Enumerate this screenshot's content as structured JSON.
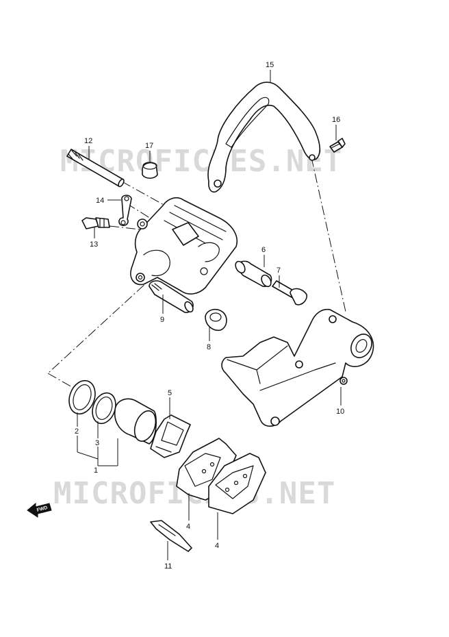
{
  "watermark": {
    "top": "MICROFICHES.NET",
    "bottom": "MICROFICHES.NET"
  },
  "direction_label": "FWD",
  "callouts": {
    "p1": "1",
    "p2": "2",
    "p3": "3",
    "p4a": "4",
    "p4b": "4",
    "p5": "5",
    "p6": "6",
    "p7": "7",
    "p8": "8",
    "p9": "9",
    "p10": "10",
    "p11": "11",
    "p12": "12",
    "p13": "13",
    "p14": "14",
    "p15": "15",
    "p16": "16",
    "p17": "17"
  },
  "colors": {
    "line": "#111111",
    "watermark": "#d9d9d9",
    "background": "#ffffff"
  }
}
